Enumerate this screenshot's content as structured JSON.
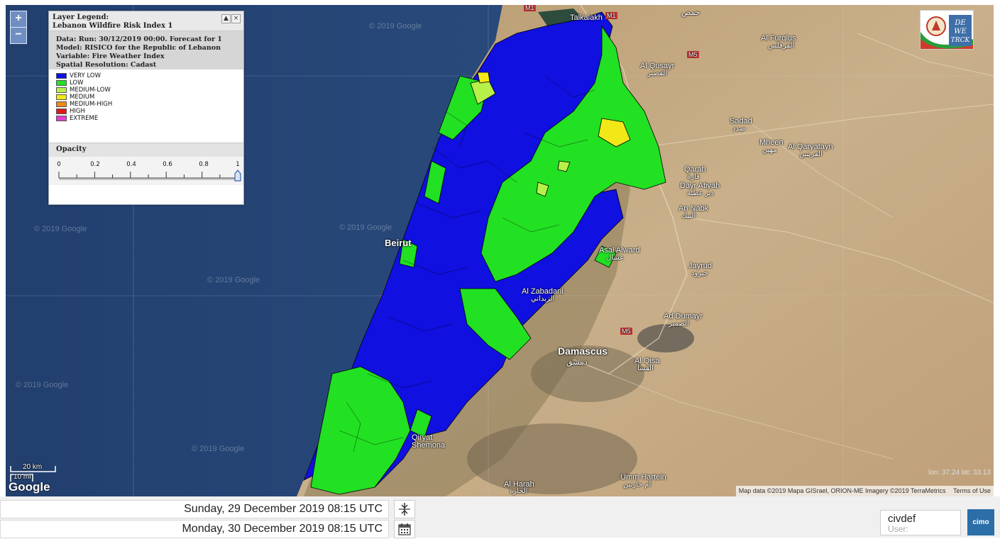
{
  "zoom": {
    "in_label": "+",
    "out_label": "−"
  },
  "legend": {
    "title_line1": "Layer Legend:",
    "title_line2": "Lebanon Wildfire Risk Index 1",
    "minimize_label": "▲",
    "close_label": "×",
    "info": [
      "Data: Run: 30/12/2019 00:00. Forecast for 1",
      "Model: RISICO for the Republic of Lebanon",
      "Variable: Fire Weather Index",
      "Spatial Resolution: Cadast"
    ],
    "classes": [
      {
        "label": "VERY LOW",
        "color": "#1010e0"
      },
      {
        "label": "LOW",
        "color": "#22e022"
      },
      {
        "label": "MEDIUM-LOW",
        "color": "#b8f04a"
      },
      {
        "label": "MEDIUM",
        "color": "#f2e818"
      },
      {
        "label": "MEDIUM-HIGH",
        "color": "#f08a10"
      },
      {
        "label": "HIGH",
        "color": "#e01818"
      },
      {
        "label": "EXTREME",
        "color": "#e040d0"
      }
    ],
    "opacity_title": "Opacity",
    "opacity_ticks": [
      "0",
      "0.2",
      "0.4",
      "0.6",
      "0.8",
      "1"
    ],
    "opacity_value": 1
  },
  "logo": {
    "text_line1": "DE",
    "text_line2": "WE",
    "text_line3": "TRCK"
  },
  "map_labels": {
    "talkalakh": "Talkalakh",
    "homs": "حمص",
    "al_furqlus": "Al Furqlus",
    "al_furqlus_ar": "الفرقلس",
    "al_qusayr": "Al Qusayr",
    "al_qusayr_ar": "القصير",
    "sadad": "Sadad",
    "sadad_ar": "صدد",
    "mheen": "Mheen",
    "mheen_ar": "مهين",
    "al_qaryatayn": "Al Qaryatayn",
    "al_qaryatayn_ar": "القريتين",
    "qarah": "Qarah",
    "qarah_ar": "قارة",
    "dayr_atiyah": "Dayr Atiyah",
    "dayr_atiyah_ar": "دير عطية",
    "an_nabk": "An Nabk",
    "an_nabk_ar": "النبك",
    "jayrud": "Jayrud",
    "jayrud_ar": "جيرود",
    "asal_alward": "Asal Alward",
    "asal_alward_ar": "عسال",
    "al_zabadani": "Al Zabadani",
    "al_zabadani_ar": "الزبداني",
    "ad_dumayr": "Ad Dumayr",
    "ad_dumayr_ar": "الضمير",
    "damascus": "Damascus",
    "damascus_ar": "دمشق",
    "al_qisa": "Al Qisa",
    "al_qisa_ar": "القسا",
    "beirut": "Beirut",
    "qiryat_shemona": "Qiryat",
    "qiryat_shemona2": "Shemona",
    "umm_hartein": "Umm Hartein",
    "umm_hartein_ar": "أم حارتين",
    "al_harah": "Al Harah",
    "al_harah_ar": "الحارة",
    "m1": "M1",
    "m5": "M5"
  },
  "watermark": "© 2019 Google",
  "scale": {
    "km": "20 km",
    "mi": "10 mi"
  },
  "google": "Google",
  "coords": "lon: 37.24 lat: 33.13",
  "attribution": {
    "data": "Map data ©2019 Mapa GISrael, ORION-ME Imagery ©2019 TerraMetrics",
    "terms": "Terms of Use"
  },
  "dates": {
    "start": "Sunday, 29 December 2019 08:15 UTC",
    "end": "Monday, 30 December 2019 08:15 UTC"
  },
  "user": {
    "name": "civdef",
    "label": "User:"
  },
  "cima_label": "cimo"
}
